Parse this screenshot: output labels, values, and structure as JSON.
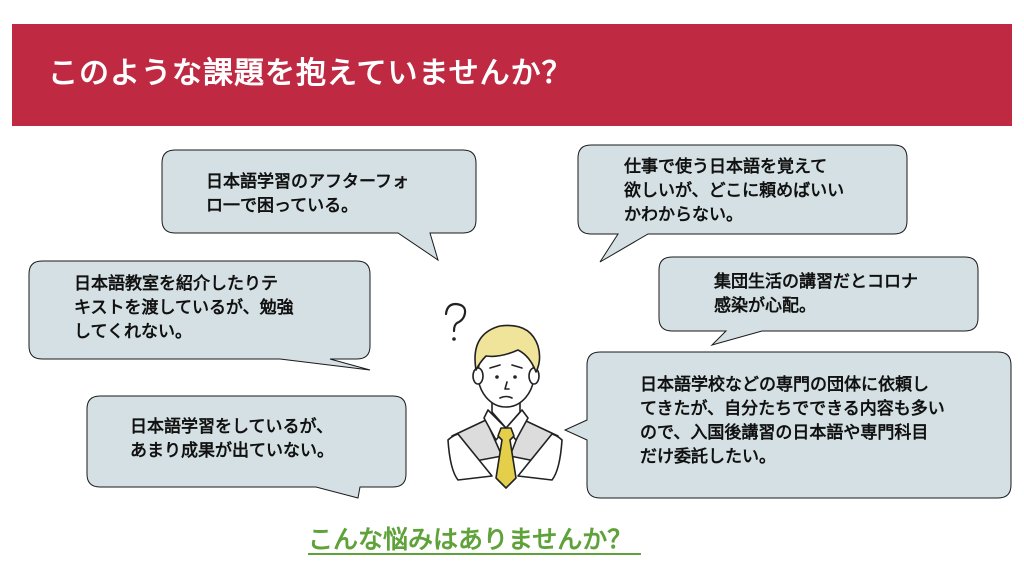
{
  "header": {
    "title": "このような課題を抱えていませんか？"
  },
  "bubbles": [
    {
      "lines": [
        "日本語学習のアフターフォ",
        "ロ一で困っている。"
      ]
    },
    {
      "lines": [
        "仕事で使う日本語を覚えて",
        "欲しいが、どこに頼めばいい",
        "かわからない。"
      ]
    },
    {
      "lines": [
        "日本語教室を紹介したりテ",
        "キストを渡しているが、勉強",
        "してくれない。"
      ]
    },
    {
      "lines": [
        "集団生活の講習だとコロナ",
        "感染が心配。"
      ]
    },
    {
      "lines": [
        "日本語学習をしているが、",
        "あまり成果が出ていない。"
      ]
    },
    {
      "lines": [
        "日本語学校などの専門の団体に依頼し",
        "てきたが、自分たちでできる内容も多い",
        "ので、入国後講習の日本語や専門科目",
        "だけ委託したい。"
      ]
    }
  ],
  "footer": {
    "text": "こんな悩みはありませんか？ "
  },
  "colors": {
    "header_bg": "#bf2942",
    "header_text": "#ffffff",
    "bubble_fill": "#d4e0e3",
    "bubble_stroke": "#1a1a1a",
    "footer_text": "#5fa23a",
    "tie": "#e3cf4a",
    "hair": "#f0e49a"
  },
  "illustration": {
    "name": "worried-man-icon",
    "symbol": "question-mark"
  }
}
